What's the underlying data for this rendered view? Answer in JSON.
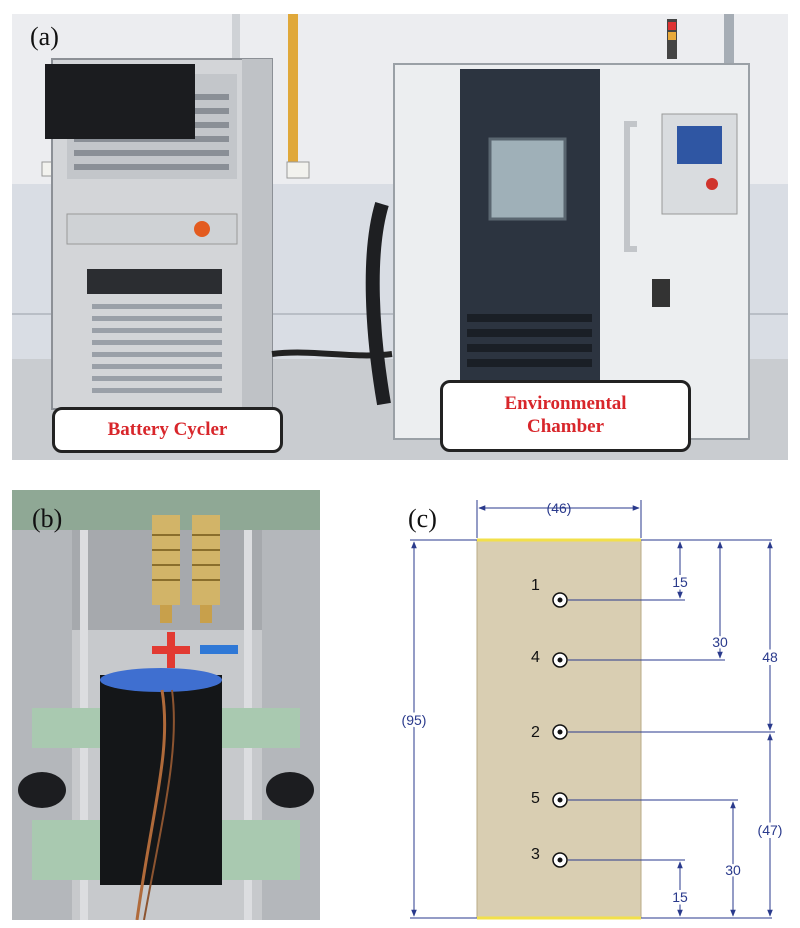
{
  "panel_a": {
    "label": "(a)",
    "callout_cycler": "Battery Cycler",
    "callout_chamber_line1": "Environmental",
    "callout_chamber_line2": "Chamber"
  },
  "panel_b": {
    "label": "(b)",
    "plus_sign": "+",
    "minus_sign": "−"
  },
  "panel_c": {
    "label": "(c)",
    "width_dim": "(46)",
    "height_dim": "(95)",
    "dim_48": "48",
    "dim_47": "(47)",
    "dim_15_top": "15",
    "dim_30_top": "30",
    "dim_30_bottom": "30",
    "dim_15_bottom": "15",
    "points": [
      {
        "label": "1"
      },
      {
        "label": "4"
      },
      {
        "label": "2"
      },
      {
        "label": "5"
      },
      {
        "label": "3"
      }
    ],
    "colors": {
      "cell_body": "#d9ceb2",
      "dimension_line": "#2a3a8c",
      "edge_highlight": "#f2e04a"
    }
  }
}
